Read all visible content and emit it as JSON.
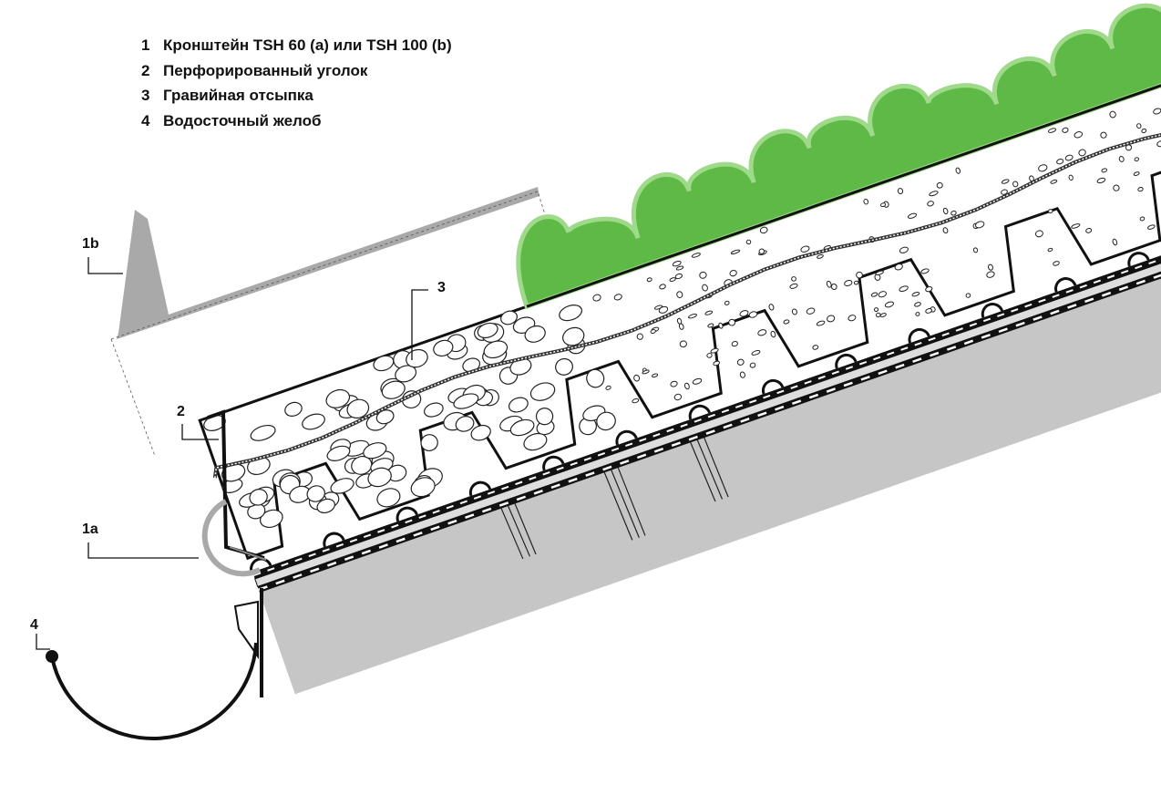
{
  "legend": [
    {
      "num": "1",
      "text": "Кронштейн TSH 60 (a) или TSH 100 (b)"
    },
    {
      "num": "2",
      "text": "Перфорированный уголок"
    },
    {
      "num": "3",
      "text": "Гравийная отсыпка"
    },
    {
      "num": "4",
      "text": "Водосточный желоб"
    }
  ],
  "callouts": {
    "c1b": "1b",
    "c1a": "1a",
    "c2": "2",
    "c3": "3",
    "c4": "4"
  },
  "colors": {
    "slab": "#c6c6c6",
    "plant": "#5fb946",
    "plant_edge": "#9fd98a",
    "bracket": "#a9a9a9"
  }
}
